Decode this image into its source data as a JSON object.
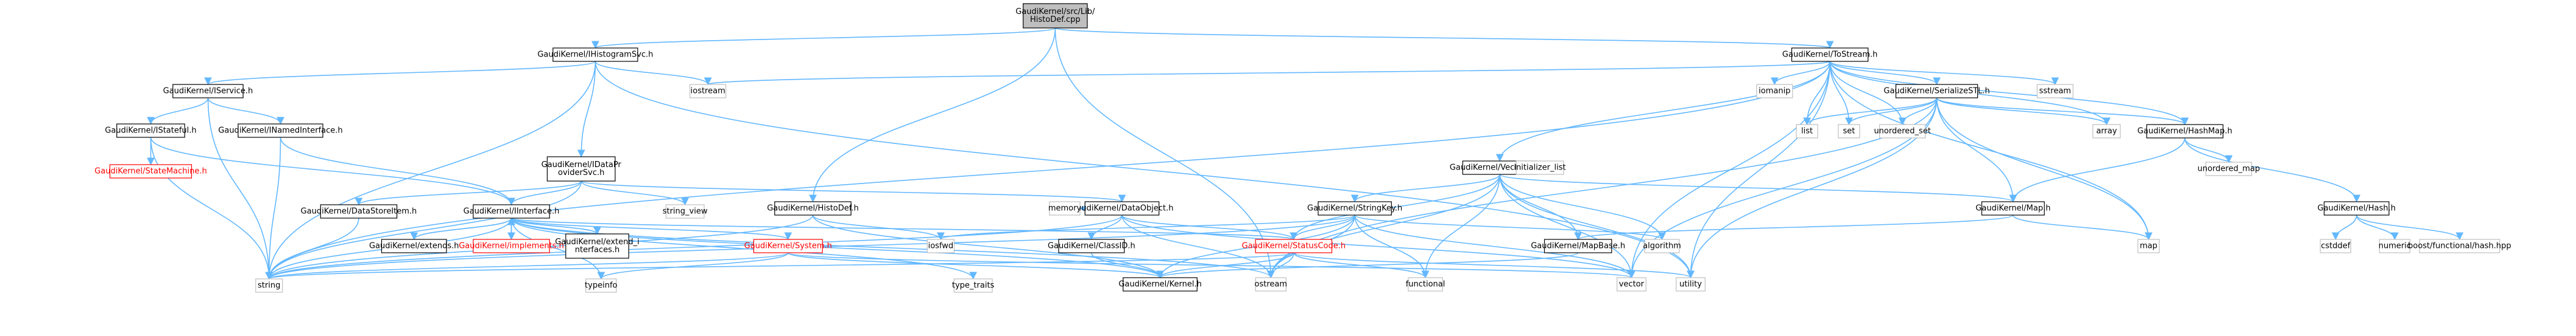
{
  "diagram": {
    "type": "include-dependency-graph",
    "edge_color": "#63b8ff",
    "nodes": [
      {
        "id": "root",
        "label": "GaudiKernel/src/Lib/HistoDef.cpp",
        "style": "root"
      },
      {
        "id": "histosvc",
        "label": "GaudiKernel/IHistogramSvc.h",
        "style": "black"
      },
      {
        "id": "tostream",
        "label": "GaudiKernel/ToStream.h",
        "style": "black"
      },
      {
        "id": "histodef",
        "label": "GaudiKernel/HistoDef.h",
        "style": "black"
      },
      {
        "id": "iservice",
        "label": "GaudiKernel/IService.h",
        "style": "black"
      },
      {
        "id": "istateful",
        "label": "GaudiKernel/IStateful.h",
        "style": "black"
      },
      {
        "id": "inamed",
        "label": "GaudiKernel/INamedInterface.h",
        "style": "black"
      },
      {
        "id": "statemachine",
        "label": "GaudiKernel/StateMachine.h",
        "style": "red"
      },
      {
        "id": "idataprov",
        "label": "GaudiKernel/IDataProviderSvc.h",
        "style": "black"
      },
      {
        "id": "datastore",
        "label": "GaudiKernel/DataStoreItem.h",
        "style": "black"
      },
      {
        "id": "iinterface",
        "label": "GaudiKernel/IInterface.h",
        "style": "black"
      },
      {
        "id": "extends",
        "label": "GaudiKernel/extends.h",
        "style": "black"
      },
      {
        "id": "implements",
        "label": "GaudiKernel/implements.h",
        "style": "red"
      },
      {
        "id": "extendint",
        "label": "GaudiKernel/extend_interfaces.h",
        "style": "black"
      },
      {
        "id": "system",
        "label": "GaudiKernel/System.h",
        "style": "red"
      },
      {
        "id": "dataobject",
        "label": "GaudiKernel/DataObject.h",
        "style": "black"
      },
      {
        "id": "classid",
        "label": "GaudiKernel/ClassID.h",
        "style": "black"
      },
      {
        "id": "statuscode",
        "label": "GaudiKernel/StatusCode.h",
        "style": "red"
      },
      {
        "id": "kernel",
        "label": "GaudiKernel/Kernel.h",
        "style": "black"
      },
      {
        "id": "vectormap",
        "label": "GaudiKernel/VectorMap.h",
        "style": "black"
      },
      {
        "id": "stringkey",
        "label": "GaudiKernel/StringKey.h",
        "style": "black"
      },
      {
        "id": "mapbase",
        "label": "GaudiKernel/MapBase.h",
        "style": "black"
      },
      {
        "id": "serialize",
        "label": "GaudiKernel/SerializeSTL.h",
        "style": "black"
      },
      {
        "id": "hashmap",
        "label": "GaudiKernel/HashMap.h",
        "style": "black"
      },
      {
        "id": "gmap",
        "label": "GaudiKernel/Map.h",
        "style": "black"
      },
      {
        "id": "hash",
        "label": "GaudiKernel/Hash.h",
        "style": "black"
      },
      {
        "id": "string",
        "label": "string",
        "style": "gray"
      },
      {
        "id": "iostream",
        "label": "iostream",
        "style": "gray"
      },
      {
        "id": "iomanip",
        "label": "iomanip",
        "style": "gray"
      },
      {
        "id": "sstream",
        "label": "sstream",
        "style": "gray"
      },
      {
        "id": "list",
        "label": "list",
        "style": "gray"
      },
      {
        "id": "set",
        "label": "set",
        "style": "gray"
      },
      {
        "id": "unordered_set",
        "label": "unordered_set",
        "style": "gray"
      },
      {
        "id": "array",
        "label": "array",
        "style": "gray"
      },
      {
        "id": "unordered_map",
        "label": "unordered_map",
        "style": "gray"
      },
      {
        "id": "map",
        "label": "map",
        "style": "gray"
      },
      {
        "id": "cstddef",
        "label": "cstddef",
        "style": "gray"
      },
      {
        "id": "numeric",
        "label": "numeric",
        "style": "gray"
      },
      {
        "id": "boosthash",
        "label": "boost/functional/hash.hpp",
        "style": "gray"
      },
      {
        "id": "initlist",
        "label": "initializer_list",
        "style": "gray"
      },
      {
        "id": "algorithm",
        "label": "algorithm",
        "style": "gray"
      },
      {
        "id": "string_view",
        "label": "string_view",
        "style": "gray"
      },
      {
        "id": "iosfwd",
        "label": "iosfwd",
        "style": "gray"
      },
      {
        "id": "memory",
        "label": "memory",
        "style": "gray"
      },
      {
        "id": "typeinfo",
        "label": "typeinfo",
        "style": "gray"
      },
      {
        "id": "type_traits",
        "label": "type_traits",
        "style": "gray"
      },
      {
        "id": "ostream",
        "label": "ostream",
        "style": "gray"
      },
      {
        "id": "functional",
        "label": "functional",
        "style": "gray"
      },
      {
        "id": "vector",
        "label": "vector",
        "style": "gray"
      },
      {
        "id": "utility",
        "label": "utility",
        "style": "gray"
      }
    ],
    "edges": [
      [
        "root",
        "histosvc"
      ],
      [
        "root",
        "tostream"
      ],
      [
        "root",
        "histodef"
      ],
      [
        "root",
        "ostream"
      ],
      [
        "histosvc",
        "iservice"
      ],
      [
        "histosvc",
        "idataprov"
      ],
      [
        "histosvc",
        "iostream"
      ],
      [
        "histosvc",
        "string"
      ],
      [
        "histosvc",
        "utility"
      ],
      [
        "iservice",
        "istateful"
      ],
      [
        "iservice",
        "inamed"
      ],
      [
        "iservice",
        "string"
      ],
      [
        "istateful",
        "statemachine"
      ],
      [
        "istateful",
        "iinterface"
      ],
      [
        "istateful",
        "string"
      ],
      [
        "inamed",
        "iinterface"
      ],
      [
        "inamed",
        "string"
      ],
      [
        "idataprov",
        "datastore"
      ],
      [
        "idataprov",
        "iinterface"
      ],
      [
        "idataprov",
        "string_view"
      ],
      [
        "idataprov",
        "dataobject"
      ],
      [
        "idataprov",
        "string"
      ],
      [
        "datastore",
        "string"
      ],
      [
        "iinterface",
        "extends"
      ],
      [
        "iinterface",
        "implements"
      ],
      [
        "iinterface",
        "extendint"
      ],
      [
        "iinterface",
        "system"
      ],
      [
        "iinterface",
        "statuscode"
      ],
      [
        "iinterface",
        "kernel"
      ],
      [
        "iinterface",
        "ostream"
      ],
      [
        "iinterface",
        "type_traits"
      ],
      [
        "iinterface",
        "typeinfo"
      ],
      [
        "iinterface",
        "string"
      ],
      [
        "extends",
        "iinterface"
      ],
      [
        "implements",
        "iinterface"
      ],
      [
        "extendint",
        "iinterface"
      ],
      [
        "system",
        "kernel"
      ],
      [
        "system",
        "string"
      ],
      [
        "system",
        "typeinfo"
      ],
      [
        "system",
        "vector"
      ],
      [
        "histodef",
        "iosfwd"
      ],
      [
        "histodef",
        "string"
      ],
      [
        "histodef",
        "kernel"
      ],
      [
        "dataobject",
        "classid"
      ],
      [
        "dataobject",
        "statuscode"
      ],
      [
        "dataobject",
        "memory"
      ],
      [
        "dataobject",
        "string"
      ],
      [
        "dataobject",
        "ostream"
      ],
      [
        "dataobject",
        "vector"
      ],
      [
        "classid",
        "kernel"
      ],
      [
        "statuscode",
        "kernel"
      ],
      [
        "statuscode",
        "ostream"
      ],
      [
        "statuscode",
        "string"
      ],
      [
        "statuscode",
        "functional"
      ],
      [
        "statuscode",
        "utility"
      ],
      [
        "tostream",
        "iostream"
      ],
      [
        "tostream",
        "iomanip"
      ],
      [
        "tostream",
        "sstream"
      ],
      [
        "tostream",
        "serialize"
      ],
      [
        "tostream",
        "vectormap"
      ],
      [
        "tostream",
        "hashmap"
      ],
      [
        "tostream",
        "list"
      ],
      [
        "tostream",
        "set"
      ],
      [
        "tostream",
        "unordered_set"
      ],
      [
        "tostream",
        "array"
      ],
      [
        "tostream",
        "map"
      ],
      [
        "tostream",
        "vector"
      ],
      [
        "tostream",
        "utility"
      ],
      [
        "tostream",
        "string"
      ],
      [
        "serialize",
        "gmap"
      ],
      [
        "serialize",
        "hashmap"
      ],
      [
        "serialize",
        "list"
      ],
      [
        "serialize",
        "set"
      ],
      [
        "serialize",
        "unordered_set"
      ],
      [
        "serialize",
        "array"
      ],
      [
        "serialize",
        "map"
      ],
      [
        "serialize",
        "vector"
      ],
      [
        "serialize",
        "utility"
      ],
      [
        "serialize",
        "ostream"
      ],
      [
        "vectormap",
        "stringkey"
      ],
      [
        "vectormap",
        "mapbase"
      ],
      [
        "vectormap",
        "statuscode"
      ],
      [
        "vectormap",
        "gmap"
      ],
      [
        "vectormap",
        "initlist"
      ],
      [
        "vectormap",
        "algorithm"
      ],
      [
        "vectormap",
        "functional"
      ],
      [
        "vectormap",
        "ostream"
      ],
      [
        "vectormap",
        "vector"
      ],
      [
        "vectormap",
        "utility"
      ],
      [
        "stringkey",
        "statuscode"
      ],
      [
        "stringkey",
        "kernel"
      ],
      [
        "stringkey",
        "iosfwd"
      ],
      [
        "stringkey",
        "string"
      ],
      [
        "stringkey",
        "algorithm"
      ],
      [
        "stringkey",
        "functional"
      ],
      [
        "stringkey",
        "vector"
      ],
      [
        "stringkey",
        "ostream"
      ],
      [
        "mapbase",
        "kernel"
      ],
      [
        "hashmap",
        "gmap"
      ],
      [
        "hashmap",
        "hash"
      ],
      [
        "hashmap",
        "unordered_map"
      ],
      [
        "gmap",
        "mapbase"
      ],
      [
        "gmap",
        "map"
      ],
      [
        "hash",
        "cstddef"
      ],
      [
        "hash",
        "numeric"
      ],
      [
        "hash",
        "boosthash"
      ]
    ]
  }
}
